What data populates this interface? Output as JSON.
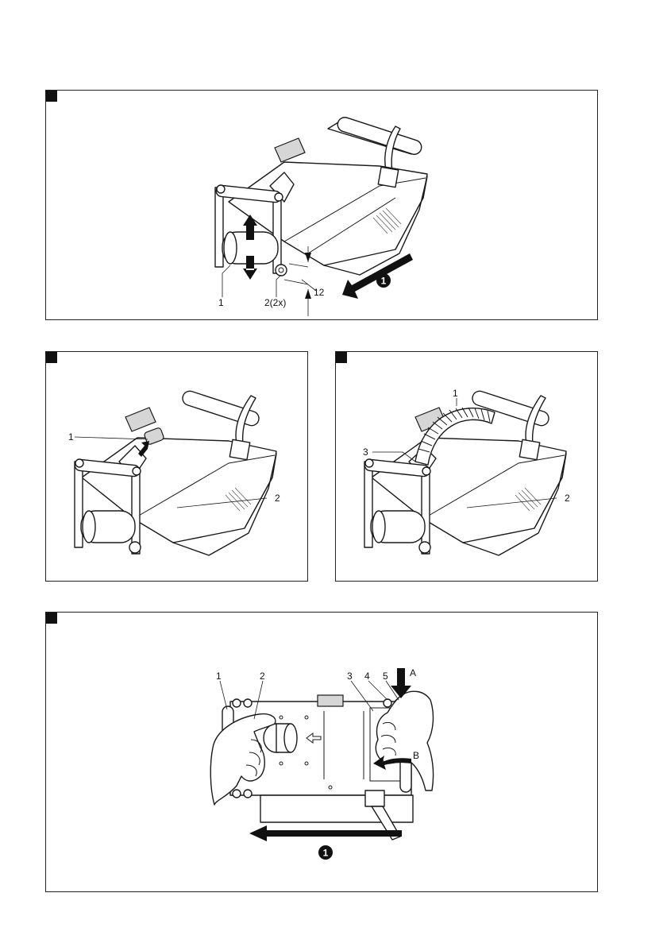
{
  "panel1": {
    "labels": {
      "roller": "1",
      "screws": "2(2x)",
      "depth": "12"
    },
    "direction_marker": "1"
  },
  "panel2": {
    "labels": {
      "cap": "1",
      "housing": "2"
    }
  },
  "panel3": {
    "labels": {
      "hose": "1",
      "housing": "2",
      "adapter": "3"
    }
  },
  "panel4": {
    "labels": {
      "l1": "1",
      "l2": "2",
      "l3": "3",
      "l4": "4",
      "l5": "5",
      "a": "A",
      "b": "B"
    },
    "direction_marker": "1"
  }
}
